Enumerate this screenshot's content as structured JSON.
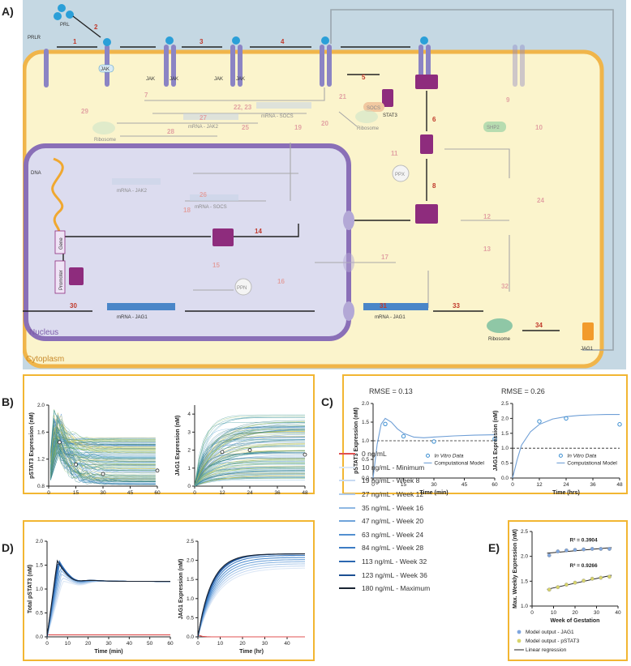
{
  "panels": {
    "a": "A)",
    "b": "B)",
    "c": "C)",
    "d": "D)",
    "e": "E)"
  },
  "diagram": {
    "labels": {
      "prl": "PRL",
      "prlr": "PRLR",
      "jak": "JAK",
      "stat3": "STAT3",
      "socs": "SOCS",
      "shp2": "SHP2",
      "ppx": "PPX",
      "ppn": "PPN",
      "dna": "DNA",
      "gene": "Gene",
      "promoter": "Promoter",
      "nucleus": "Nucleus",
      "cytoplasm": "Cytoplasm",
      "ribosome": "Ribosome",
      "mrna_jak2": "mRNA - JAK2",
      "mrna_socs": "mRNA - SOCS",
      "mrna_jag1": "mRNA - JAG1",
      "jag1": "JAG1"
    },
    "steps_active": [
      "1",
      "2",
      "3",
      "4",
      "5",
      "6",
      "8",
      "14",
      "30",
      "31",
      "33",
      "34"
    ],
    "steps_faint": [
      "7",
      "22, 23",
      "21",
      "20",
      "19",
      "25",
      "26",
      "27",
      "28",
      "29",
      "9",
      "10",
      "11",
      "12",
      "13",
      "15",
      "16",
      "17",
      "18",
      "24",
      "32"
    ]
  },
  "b_left": {
    "xlabel": "Time (min)",
    "ylabel": "pSTAT3 Expression (nM)",
    "xticks": [
      "0",
      "15",
      "30",
      "45",
      "60"
    ],
    "yticks": [
      "0.8",
      "1.2",
      "1.6",
      "2.0"
    ]
  },
  "b_right": {
    "xlabel": "Time (hr)",
    "ylabel": "JAG1 Expression (nM)",
    "xticks": [
      "0",
      "12",
      "24",
      "36",
      "48"
    ],
    "yticks": [
      "0",
      "1",
      "2",
      "3",
      "4"
    ]
  },
  "c_left": {
    "rmse": "RMSE = 0.13",
    "xlabel": "Time (min)",
    "ylabel": "pSTAT3 Expression (nM)",
    "xticks": [
      "0",
      "15",
      "30",
      "45",
      "60"
    ],
    "yticks": [
      "0.0",
      "0.5",
      "1.0",
      "1.5",
      "2.0"
    ],
    "legend": [
      "In Vitro Data",
      "Computational Model"
    ]
  },
  "c_right": {
    "rmse": "RMSE = 0.26",
    "xlabel": "Time (hrs)",
    "ylabel": "JAG1 Expression (nM)",
    "xticks": [
      "0",
      "12",
      "24",
      "36",
      "48"
    ],
    "yticks": [
      "0.0",
      "0.5",
      "1.0",
      "1.5",
      "2.0",
      "2.5"
    ],
    "legend": [
      "In Vitro Data",
      "Computational Model"
    ]
  },
  "d_left": {
    "xlabel": "Time (min)",
    "ylabel": "Total pSTAT3 (nM)",
    "xticks": [
      "0",
      "10",
      "20",
      "30",
      "40",
      "50",
      "60"
    ],
    "yticks": [
      "0.0",
      "0.5",
      "1.0",
      "1.5",
      "2.0"
    ]
  },
  "d_right": {
    "xlabel": "Time (hr)",
    "ylabel": "JAG1 Expression (nM)",
    "xticks": [
      "0",
      "10",
      "20",
      "30",
      "40"
    ],
    "yticks": [
      "0.0",
      "0.5",
      "1.0",
      "1.5",
      "2.0",
      "2.5"
    ]
  },
  "d_legend": [
    {
      "label": "0 ng/mL",
      "color": "#e05050"
    },
    {
      "label": "10 ng/mL - Minimum",
      "color": "#dde8f6"
    },
    {
      "label": "19 ng/mL - Week 8",
      "color": "#c7daf2"
    },
    {
      "label": "27 ng/mL - Week 12",
      "color": "#aecbeb"
    },
    {
      "label": "35 ng/mL - Week 16",
      "color": "#8fb8e3"
    },
    {
      "label": "47 ng/mL - Week 20",
      "color": "#6fa3da"
    },
    {
      "label": "63 ng/mL - Week 24",
      "color": "#528fd0"
    },
    {
      "label": "84 ng/mL - Week 28",
      "color": "#3d7cc4"
    },
    {
      "label": "113 ng/mL - Week 32",
      "color": "#2b67b0"
    },
    {
      "label": "123 ng/mL - Week 36",
      "color": "#1c4f92"
    },
    {
      "label": "180 ng/mL - Maximum",
      "color": "#1a2433"
    }
  ],
  "e": {
    "xlabel": "Week of Gestation",
    "ylabel": "Max. Weekly Expression (nM)",
    "xticks": [
      "0",
      "10",
      "20",
      "30",
      "40"
    ],
    "yticks": [
      "1.0",
      "1.5",
      "2.0",
      "2.5"
    ],
    "r2_top": "R² = 0.3904",
    "r2_bottom": "R² = 0.9266",
    "legend": [
      "Model output - JAG1",
      "Model output - pSTAT3",
      "Linear regression"
    ]
  },
  "chart_data": [
    {
      "type": "line",
      "panel": "B-left",
      "xlabel": "Time (min)",
      "ylabel": "pSTAT3 Expression (nM)",
      "xlim": [
        0,
        60
      ],
      "ylim": [
        0.8,
        2.0
      ],
      "series": [
        {
          "name": "",
          "x": [
            6,
            15,
            30,
            60
          ],
          "y": [
            1.45,
            1.12,
            0.98,
            1.03
          ]
        }
      ]
    },
    {
      "type": "line",
      "panel": "B-right",
      "xlabel": "Time (hr)",
      "ylabel": "JAG1 Expression (nM)",
      "xlim": [
        0,
        48
      ],
      "ylim": [
        0,
        4.5
      ],
      "series": [
        {
          "name": "",
          "x": [
            12,
            24,
            48
          ],
          "y": [
            1.9,
            2.0,
            1.75
          ]
        }
      ]
    },
    {
      "type": "line",
      "panel": "C-left",
      "xlabel": "Time (min)",
      "ylabel": "pSTAT3 Expression (nM)",
      "xlim": [
        0,
        60
      ],
      "ylim": [
        0,
        2
      ],
      "series": [
        {
          "name": "In Vitro Data",
          "x": [
            6,
            15,
            30,
            60
          ],
          "y": [
            1.45,
            1.12,
            0.98,
            1.05
          ]
        },
        {
          "name": "Computational Model",
          "x": [
            0,
            2,
            4,
            6,
            9,
            12,
            15,
            20,
            25,
            30,
            40,
            50,
            60
          ],
          "y": [
            0,
            0.9,
            1.45,
            1.6,
            1.5,
            1.32,
            1.2,
            1.1,
            1.08,
            1.1,
            1.13,
            1.15,
            1.16
          ]
        }
      ]
    },
    {
      "type": "line",
      "panel": "C-right",
      "xlabel": "Time (hrs)",
      "ylabel": "JAG1 Expression (nM)",
      "xlim": [
        0,
        48
      ],
      "ylim": [
        0,
        2.5
      ],
      "series": [
        {
          "name": "In Vitro Data",
          "x": [
            12,
            24,
            48
          ],
          "y": [
            1.9,
            2.0,
            1.8
          ]
        },
        {
          "name": "Computational Model",
          "x": [
            0,
            2,
            4,
            8,
            12,
            18,
            24,
            30,
            36,
            42,
            48
          ],
          "y": [
            0,
            0.6,
            1.1,
            1.55,
            1.8,
            1.98,
            2.06,
            2.1,
            2.12,
            2.13,
            2.13
          ]
        }
      ]
    },
    {
      "type": "line",
      "panel": "D-left",
      "xlabel": "Time (min)",
      "ylabel": "Total pSTAT3 (nM)",
      "xlim": [
        0,
        60
      ],
      "ylim": [
        0,
        2
      ]
    },
    {
      "type": "line",
      "panel": "D-right",
      "xlabel": "Time (hr)",
      "ylabel": "JAG1 Expression (nM)",
      "xlim": [
        0,
        48
      ],
      "ylim": [
        0,
        2.5
      ]
    },
    {
      "type": "scatter",
      "panel": "E",
      "xlabel": "Week of Gestation",
      "ylabel": "Max. Weekly Expression (nM)",
      "xlim": [
        0,
        40
      ],
      "ylim": [
        1.0,
        2.5
      ],
      "series": [
        {
          "name": "Model output - JAG1",
          "x": [
            8,
            12,
            16,
            20,
            24,
            28,
            32,
            36
          ],
          "y": [
            2.02,
            2.1,
            2.12,
            2.13,
            2.14,
            2.15,
            2.15,
            2.15
          ]
        },
        {
          "name": "Model output - pSTAT3",
          "x": [
            8,
            12,
            16,
            20,
            24,
            28,
            32,
            36
          ],
          "y": [
            1.33,
            1.38,
            1.43,
            1.47,
            1.51,
            1.55,
            1.57,
            1.59
          ]
        }
      ]
    }
  ]
}
